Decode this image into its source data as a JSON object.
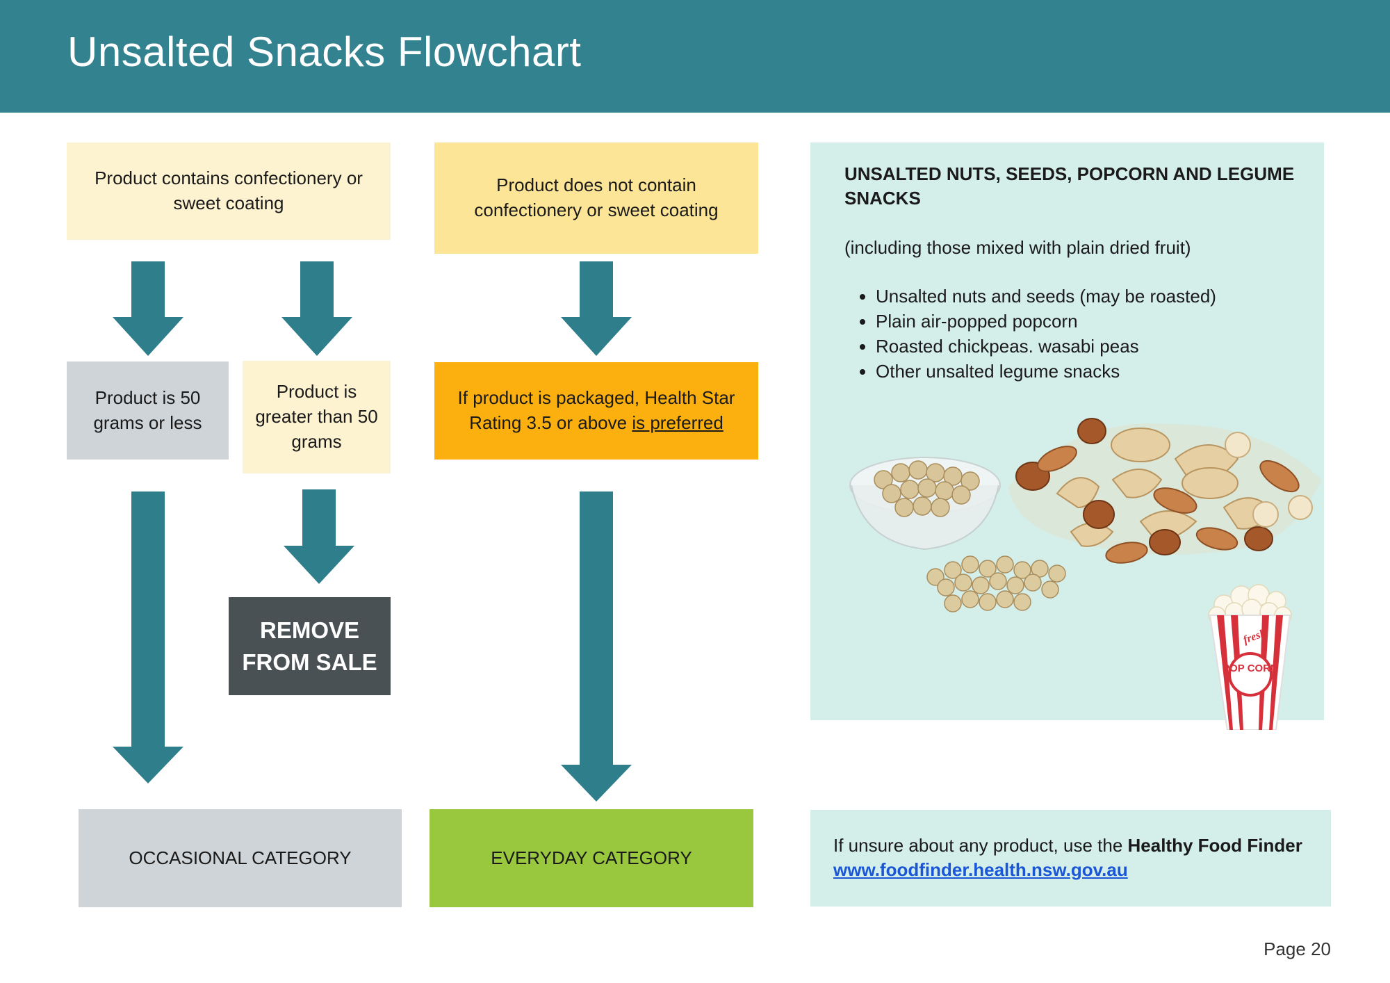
{
  "header": {
    "title": "Unsalted Snacks Flowchart"
  },
  "flow": {
    "contains_confectionery": "Product contains confectionery or sweet coating",
    "no_confectionery": "Product does not contain confectionery or sweet coating",
    "small_product": "Product is 50 grams or less",
    "large_product": "Product is greater than 50 grams",
    "hsr_text": "If product is packaged, Health Star Rating 3.5 or above ",
    "hsr_underlined": "is preferred",
    "remove": "REMOVE FROM SALE",
    "occasional": "OCCASIONAL CATEGORY",
    "everyday": "EVERYDAY CATEGORY"
  },
  "info_panel": {
    "heading": "UNSALTED NUTS, SEEDS, POPCORN AND LEGUME SNACKS",
    "subtitle": "(including those mixed with plain dried fruit)",
    "items": [
      "Unsalted nuts and seeds (may be roasted)",
      "Plain air-popped popcorn",
      "Roasted chickpeas. wasabi peas",
      "Other unsalted legume snacks"
    ],
    "popcorn_brand": "fresh",
    "popcorn_label": "POP CORN"
  },
  "footer_panel": {
    "text": "If unsure about any product, use the ",
    "bold_text": "Healthy Food Finder",
    "link": "www.foodfinder.health.nsw.gov.au"
  },
  "page": {
    "number": "Page 20"
  },
  "colors": {
    "header": "#338290",
    "arrow": "#2e7e8c",
    "pale_yellow": "#fef3d0",
    "yellow": "#fde597",
    "orange": "#fbb010",
    "grey": "#cfd4d8",
    "dark": "#4a5155",
    "green": "#99c83f",
    "panel": "#d4eeea"
  }
}
